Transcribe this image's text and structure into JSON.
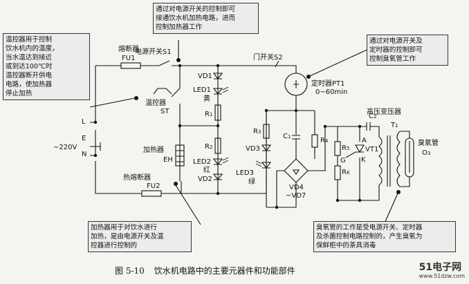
{
  "callouts": {
    "thermostat_note": [
      "温控器用于控制",
      "饮水机内的温度，",
      "当水温达到接近",
      "或到达100℃时",
      "温控器断开供电",
      "电路，使加热器",
      "停止加热"
    ],
    "power_switch_note": [
      "通过对电源开关的控制即可",
      "接通饮水机加热电路，进而",
      "控制加热器工作"
    ],
    "timer_note": [
      "通过对电源开关及",
      "定时器的控制即可",
      "控制臭氧管工作"
    ],
    "heater_note": [
      "加热器用于对饮水进行",
      "加热，是由电源开关及温",
      "控器进行控制的"
    ],
    "ozone_note": [
      "臭氧管的工作是受电源开关、定时器",
      "及杀菌控制电路控制的，产生臭氧为",
      "保鲜柜中的茶具消毒"
    ]
  },
  "labels": {
    "fuse": "熔断器",
    "fu1": "FU1",
    "power_switch": "电源开关S1",
    "door_switch": "门开关S2",
    "timer": "定时器PT1",
    "timer_range": "0~60min",
    "vd1": "VD1",
    "led1": "LED1",
    "yellow": "黄",
    "r1": "R",
    "r1_sub": "1",
    "thermostat": "温控器",
    "st": "ST",
    "l": "L",
    "e": "E",
    "n": "N",
    "voltage": "~220V",
    "heater": "加热器",
    "eh": "EH",
    "thermal_fuse": "热熔断器",
    "fu2": "FU2",
    "r2": "R",
    "r2_sub": "2",
    "led2": "LED2",
    "red": "红",
    "vd2": "VD2",
    "r3": "R",
    "r3_sub": "3",
    "vd3": "VD3",
    "led3": "LED3",
    "green": "绿",
    "c1": "C",
    "c1_sub": "1",
    "r4": "R",
    "r4_sub": "4",
    "vd4": "VD4",
    "vd7": "~VD7",
    "r5": "R",
    "r5_sub": "5",
    "r6": "R",
    "r6_sub": "6",
    "c2": "C",
    "c2_sub": "2",
    "t1": "T",
    "t1_sub": "1",
    "hv_transformer": "高压变压器",
    "vt1": "VT1",
    "a": "A",
    "g": "G",
    "k": "K",
    "ozone_tube": "臭氧管",
    "o3": "O",
    "o3_sub": "3"
  },
  "caption": {
    "number": "图 5-10",
    "title": "饮水机电路中的主要元器件和功能部件"
  },
  "watermark": {
    "logo": "51电子网",
    "url": "www.51dzw.com"
  }
}
